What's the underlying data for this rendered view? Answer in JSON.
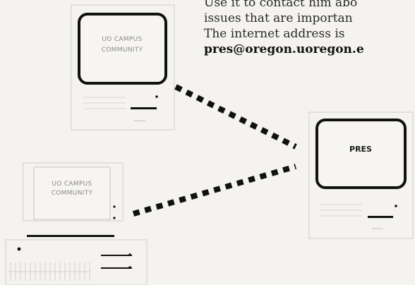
{
  "text": {
    "line1": "Use it to contact him abo",
    "line2": "issues that are importan",
    "line3": "The internet address is",
    "address": "pres@oregon.uoregon.e"
  },
  "computers": {
    "top_left": {
      "label_line1": "UO CAMPUS",
      "label_line2": "COMMUNITY",
      "brand": "Macintosh"
    },
    "bottom_left": {
      "label_line1": "UO CAMPUS",
      "label_line2": "COMMUNITY"
    },
    "right": {
      "label": "PRES",
      "brand": "Macintosh"
    }
  },
  "colors": {
    "background": "#f4f3ef",
    "ink": "#111111",
    "faint": "#c9c7c2"
  }
}
